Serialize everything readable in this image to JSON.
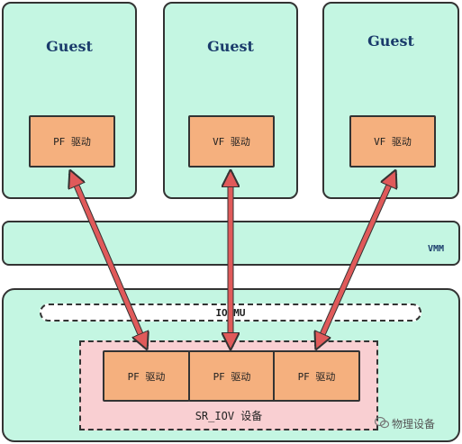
{
  "guests": [
    {
      "title": "Guest",
      "driver": "PF 驱动"
    },
    {
      "title": "Guest",
      "driver": "VF 驱动"
    },
    {
      "title": "Guest",
      "driver": "VF 驱动"
    }
  ],
  "vmm": {
    "label": "VMM"
  },
  "iommu": {
    "label": "IOMMU"
  },
  "device": {
    "label": "SR_IOV 设备",
    "functions": [
      "PF 驱动",
      "PF 驱动",
      "PF 驱动"
    ]
  },
  "watermark": {
    "text": "物理设备"
  },
  "colors": {
    "guest_fill": "#c4f6e2",
    "driver_fill": "#f5b07e",
    "device_fill": "#f9cfd2",
    "arrow": "#e05a5a"
  },
  "icons": {
    "watermark_icon": "wechat-icon"
  }
}
